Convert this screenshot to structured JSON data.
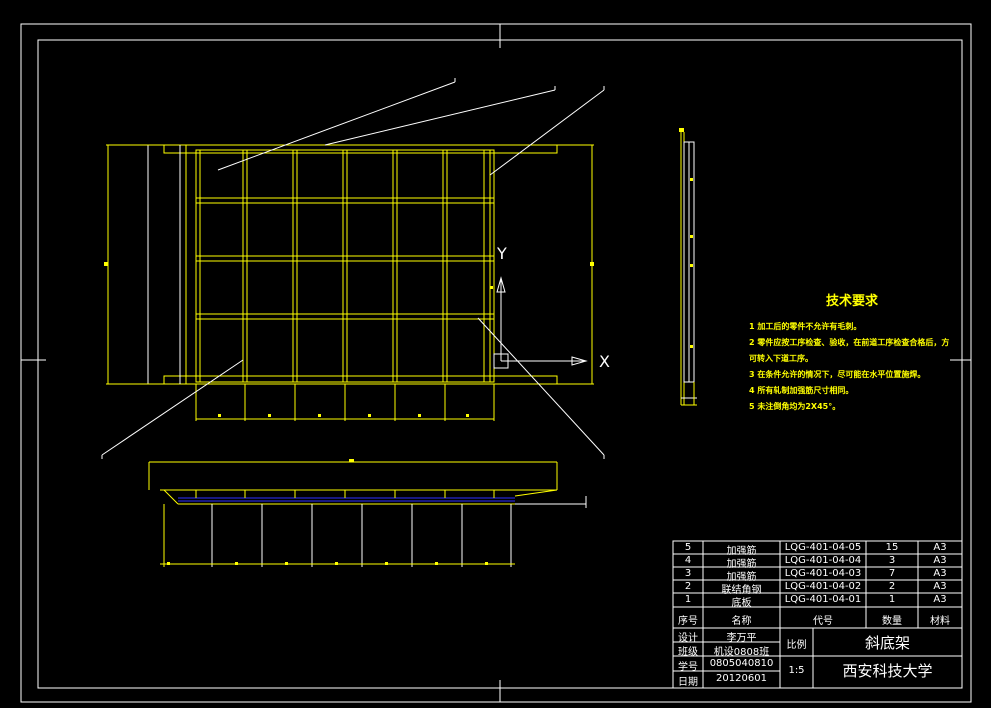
{
  "drawing_title": "斜底架",
  "school": "西安科技大学",
  "scale_label": "比例",
  "scale_value": "1:5",
  "tech_title": "技术要求",
  "tech_notes": [
    "1 加工后的零件不允许有毛刺。",
    "2 零件应按工序检查、验收，在前道工序检查合格后，方",
    "可转入下道工序。",
    "3 在条件允许的情况下，尽可能在水平位置施焊。",
    "4 所有轧制加强筋尺寸相同。",
    "5 未注倒角均为2X45°。"
  ],
  "axis_labels": {
    "y": "Y",
    "x": "X"
  },
  "bom_header": {
    "no": "序号",
    "name": "名称",
    "code": "代号",
    "qty": "数量",
    "material": "材料"
  },
  "bom_rows": [
    {
      "no": "5",
      "name": "加强筋",
      "code": "LQG-401-04-05",
      "qty": "15",
      "material": "A3"
    },
    {
      "no": "4",
      "name": "加强筋",
      "code": "LQG-401-04-04",
      "qty": "3",
      "material": "A3"
    },
    {
      "no": "3",
      "name": "加强筋",
      "code": "LQG-401-04-03",
      "qty": "7",
      "material": "A3"
    },
    {
      "no": "2",
      "name": "联结角钢",
      "code": "LQG-401-04-02",
      "qty": "2",
      "material": "A3"
    },
    {
      "no": "1",
      "name": "底板",
      "code": "LQG-401-04-01",
      "qty": "1",
      "material": "A3"
    }
  ],
  "info": {
    "design_label": "设计",
    "design_value": "李万平",
    "class_label": "班级",
    "class_value": "机设0808班",
    "id_label": "学号",
    "id_value": "0805040810",
    "date_label": "日期",
    "date_value": "20120601"
  },
  "colors": {
    "frame": "#ffffff",
    "part": "#ffff00",
    "leader": "#ffffff",
    "blue": "#3030ff",
    "bg": "#000000"
  }
}
